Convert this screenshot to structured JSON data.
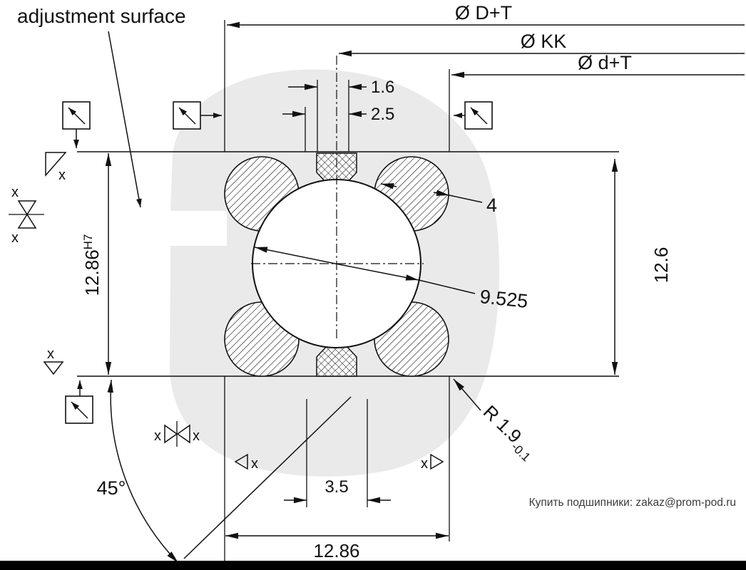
{
  "drawing": {
    "callout": "adjustment surface",
    "dims": {
      "outer_dia": "Ø D+T",
      "kk_dia": "Ø KK",
      "inner_dia": "Ø d+T",
      "seal_lip": "1.6",
      "seal_groove": "2.5",
      "track_width": "4",
      "ball_dia": "9.525",
      "height_right": "12.6",
      "bore_main": "12.86",
      "bore_tol": "H7",
      "slot_width": "3.5",
      "overall_width": "12.86",
      "chamfer_angle": "45°",
      "corner_radius": "R 1.9",
      "corner_radius_tol": "-0.1"
    },
    "surface_mark": "x",
    "colors": {
      "line": "#111111",
      "watermark": "#d9d9d9",
      "footer_bar": "#000000",
      "promo_text": "#3a3a3a"
    }
  },
  "footer": {
    "promo": "Купить подшипники: zakaz@prom-pod.ru"
  }
}
